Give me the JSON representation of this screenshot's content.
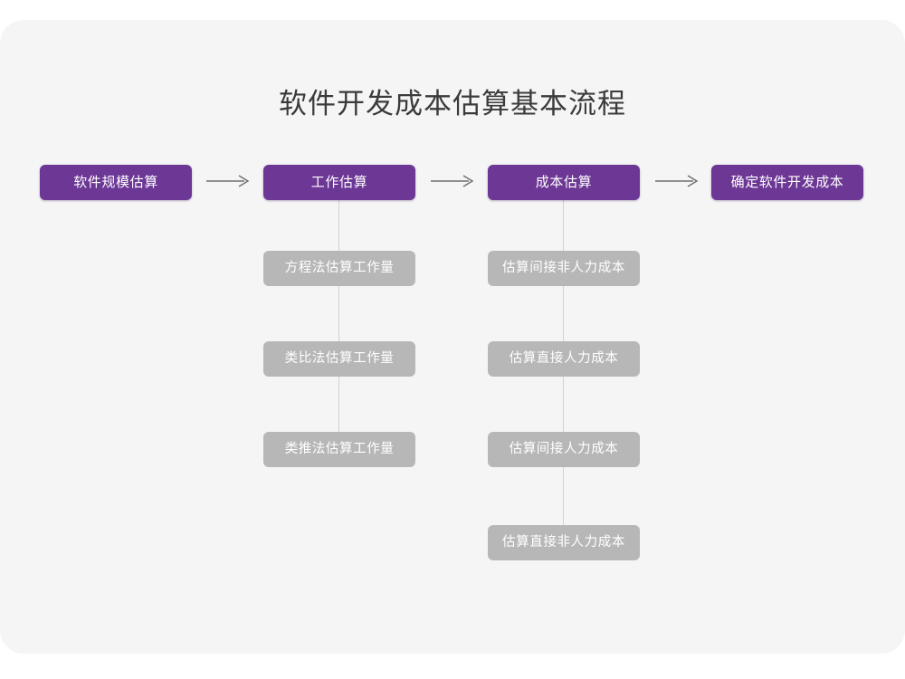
{
  "chart_data": {
    "type": "diagram",
    "diagram_kind": "flowchart",
    "title": "软件开发成本估算基本流程",
    "stages": [
      {
        "label": "软件规模估算",
        "sub_steps": []
      },
      {
        "label": "工作估算",
        "sub_steps": [
          "方程法估算工作量",
          "类比法估算工作量",
          "类推法估算工作量"
        ]
      },
      {
        "label": "成本估算",
        "sub_steps": [
          "估算间接非人力成本",
          "估算直接人力成本",
          "估算间接人力成本",
          "估算直接非人力成本"
        ]
      },
      {
        "label": "确定软件开发成本",
        "sub_steps": []
      }
    ],
    "connector_symbol": "→",
    "connector_count": 3
  },
  "diagram": {
    "title": "软件开发成本估算基本流程",
    "stage1": {
      "label": "软件规模估算"
    },
    "stage2": {
      "label": "工作估算",
      "sub1": "方程法估算工作量",
      "sub2": "类比法估算工作量",
      "sub3": "类推法估算工作量"
    },
    "stage3": {
      "label": "成本估算",
      "sub1": "估算间接非人力成本",
      "sub2": "估算直接人力成本",
      "sub3": "估算间接人力成本",
      "sub4": "估算直接非人力成本"
    },
    "stage4": {
      "label": "确定软件开发成本"
    }
  },
  "colors": {
    "primary": "#6c3795",
    "secondary": "#b7b7b7",
    "card_background": "#f5f5f5",
    "page_background": "#ffffff",
    "title_text": "#3b3b3b",
    "connector": "#d2d2d2",
    "arrow": "#6e6e6e"
  }
}
